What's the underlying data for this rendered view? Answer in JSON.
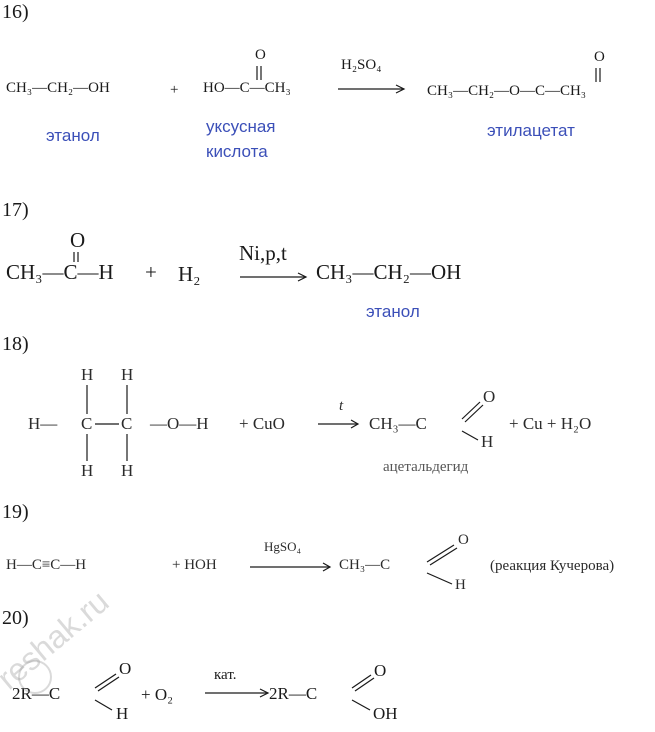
{
  "r16": {
    "number": "16)",
    "ethanol": "CH₃—CH₂—OH",
    "plus": "+",
    "acid_o": "O",
    "acid": "HO—C—CH₃",
    "catalyst": "H₂SO₄",
    "ester_o": "O",
    "ester": "CH₃—CH₂—O—C—CH₃",
    "label_ethanol": "этанол",
    "label_acid_1": "уксусная",
    "label_acid_2": "кислота",
    "label_ester": "этилацетат"
  },
  "r17": {
    "number": "17)",
    "ald_o": "O",
    "ald": "CH₃—C—H",
    "plus": "+",
    "h2": "H₂",
    "catalyst": "Ni,p,t",
    "product": "CH₃—CH₂—OH",
    "label_product": "этанол"
  },
  "r18": {
    "number": "18)",
    "h": "H",
    "c": "C",
    "left_h": "H—",
    "oh": "—O—H",
    "plus_cuo": "+ CuO",
    "cond": "t",
    "product": "CH₃—C",
    "prod_o": "O",
    "prod_h": "H",
    "tail": "+ Cu + H₂O",
    "label_product": "ацетальдегид"
  },
  "r19": {
    "number": "19)",
    "alkyne": "H—C≡C—H",
    "plus_water": "+ HOH",
    "catalyst": "HgSO₄",
    "product": "CH₃—C",
    "prod_o": "O",
    "prod_h": "H",
    "note": "(реакция  Кучерова)"
  },
  "r20": {
    "number": "20)",
    "reactant": "2R—C",
    "react_o": "O",
    "react_h": "H",
    "plus_o2": "+ O₂",
    "catalyst": "кат.",
    "product": "2R—C",
    "prod_o": "O",
    "prod_oh": "OH"
  },
  "watermark": "reshak.ru"
}
